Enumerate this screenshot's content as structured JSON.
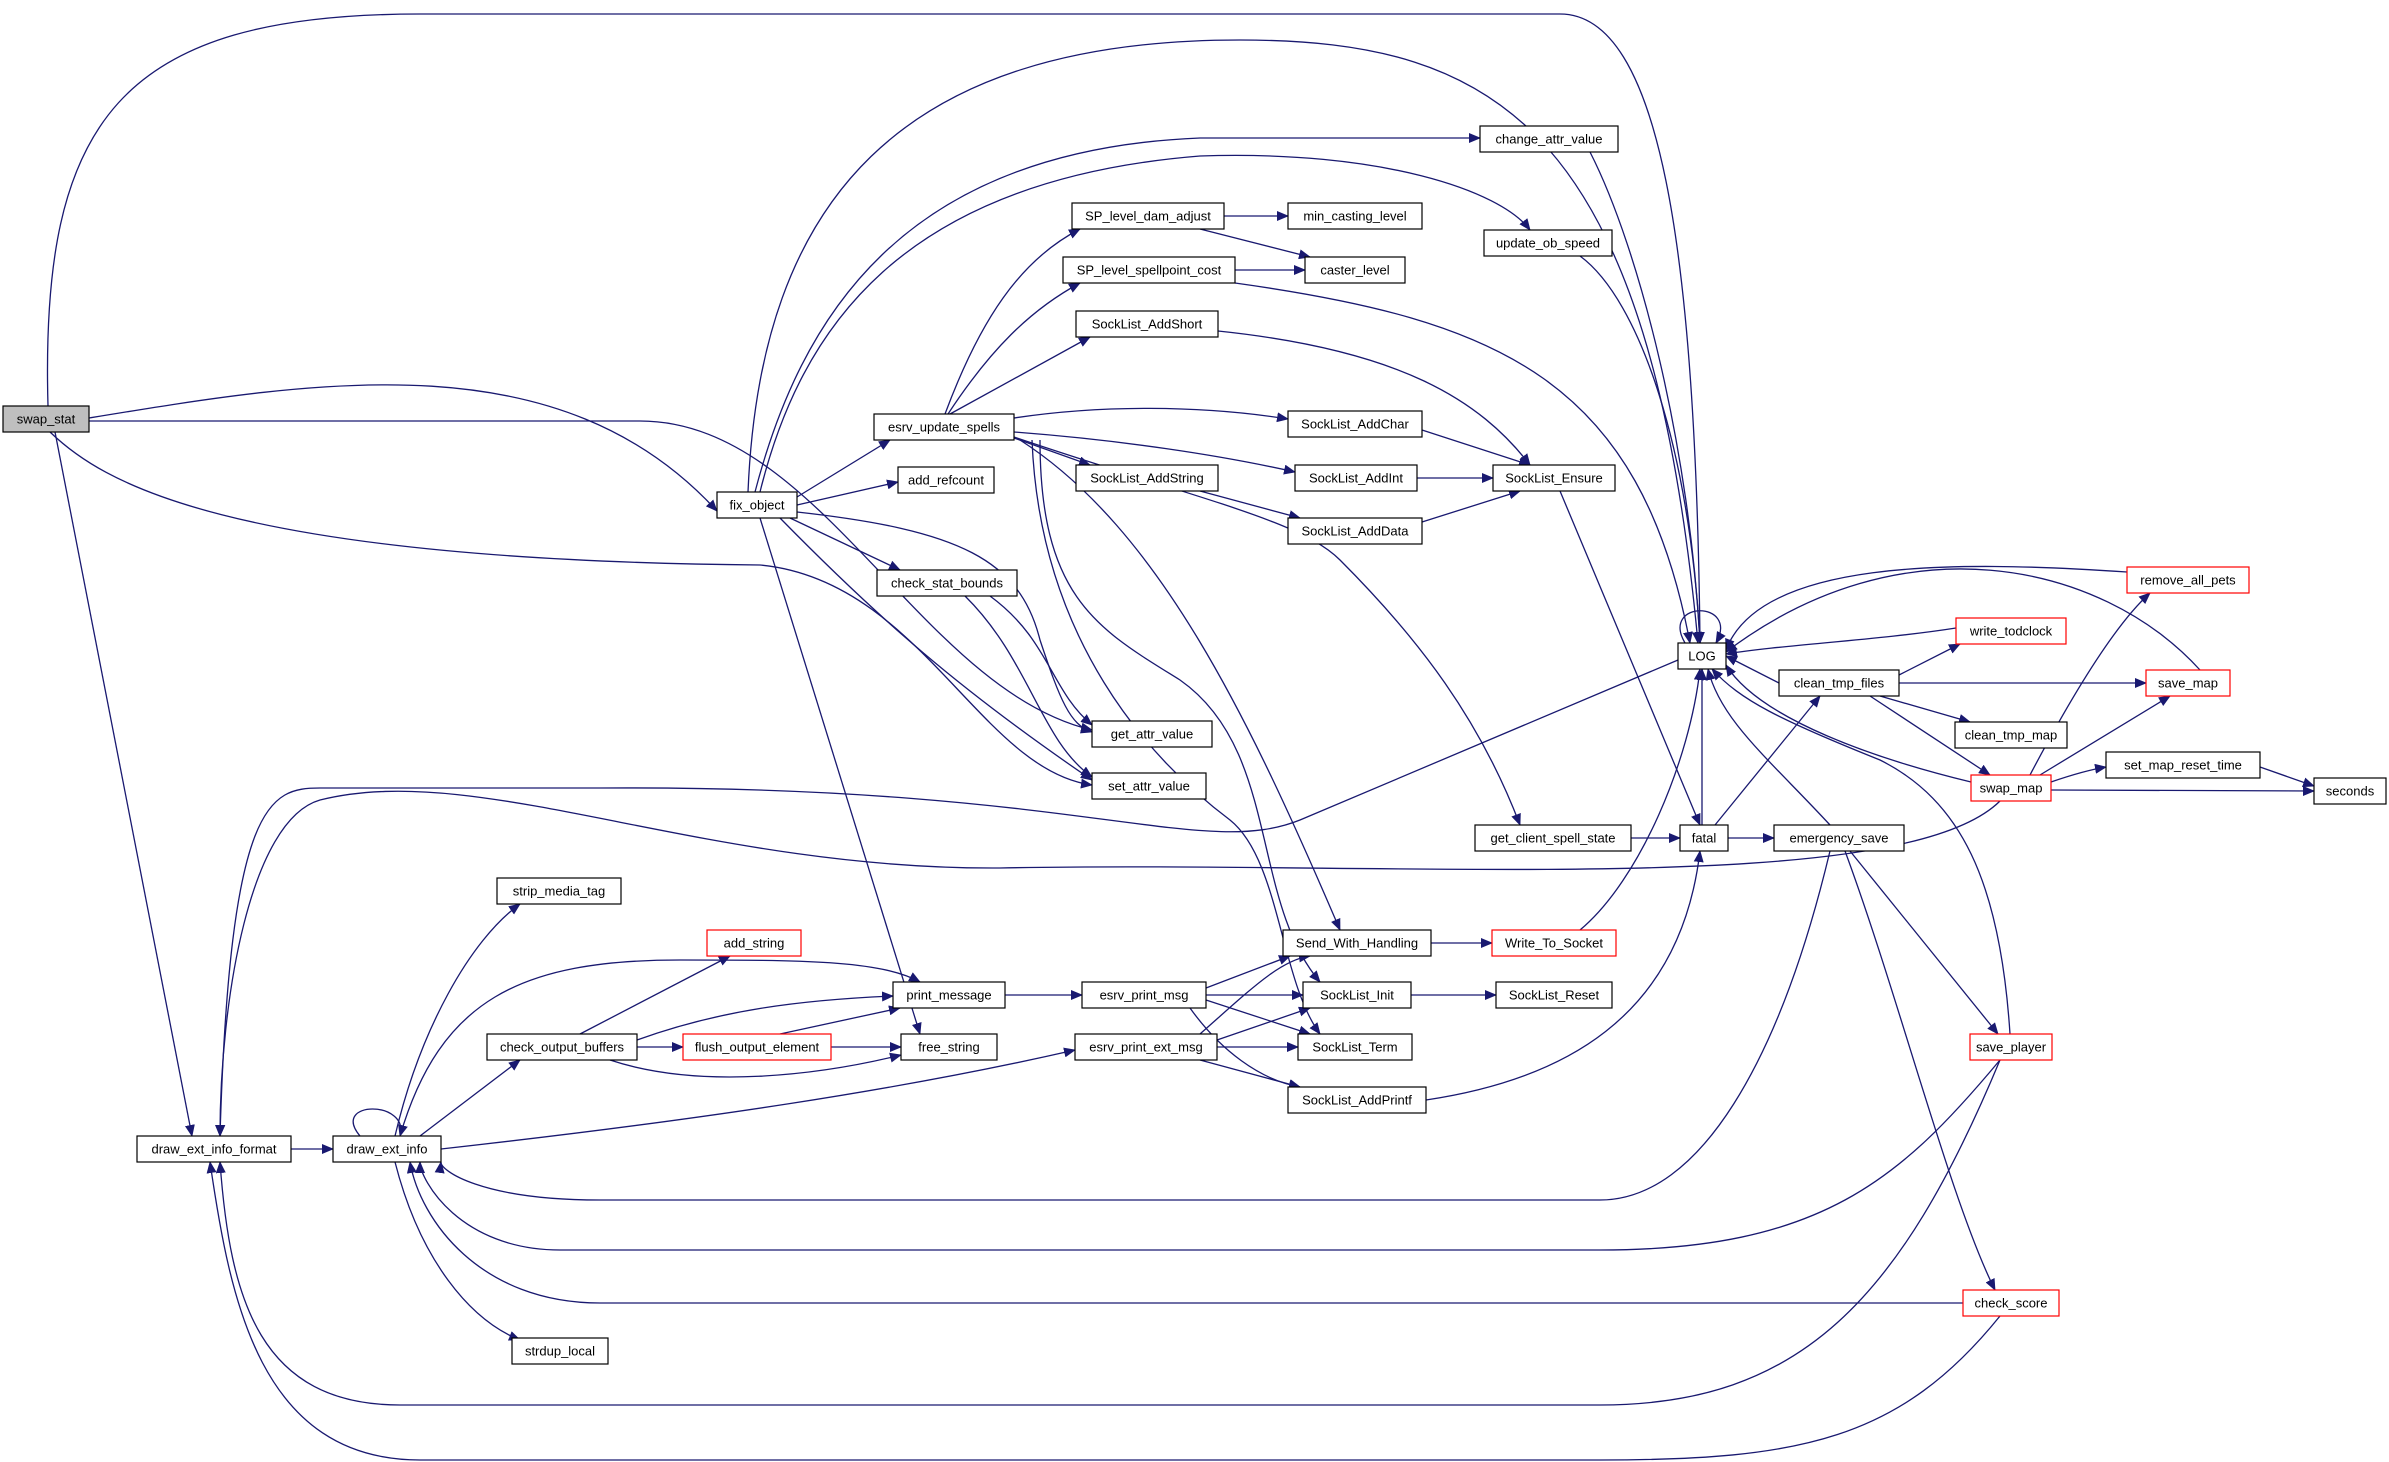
{
  "diagram": {
    "kind": "doxygen call graph",
    "edge_color": "#191970",
    "node_border_default": "#000000",
    "node_border_truncated": "#ff0000",
    "highlight_fill": "#bfbfbf",
    "nodes": [
      {
        "id": "swap_stat",
        "label": "swap_stat",
        "style": "highlight"
      },
      {
        "id": "fix_object",
        "label": "fix_object",
        "style": "normal"
      },
      {
        "id": "draw_ext_info_format",
        "label": "draw_ext_info_format",
        "style": "normal"
      },
      {
        "id": "draw_ext_info",
        "label": "draw_ext_info",
        "style": "normal"
      },
      {
        "id": "strip_media_tag",
        "label": "strip_media_tag",
        "style": "normal"
      },
      {
        "id": "strdup_local",
        "label": "strdup_local",
        "style": "normal"
      },
      {
        "id": "add_string",
        "label": "add_string",
        "style": "red"
      },
      {
        "id": "check_output_buffers",
        "label": "check_output_buffers",
        "style": "normal"
      },
      {
        "id": "flush_output_element",
        "label": "flush_output_element",
        "style": "red"
      },
      {
        "id": "print_message",
        "label": "print_message",
        "style": "normal"
      },
      {
        "id": "free_string",
        "label": "free_string",
        "style": "normal"
      },
      {
        "id": "esrv_update_spells",
        "label": "esrv_update_spells",
        "style": "normal"
      },
      {
        "id": "add_refcount",
        "label": "add_refcount",
        "style": "normal"
      },
      {
        "id": "check_stat_bounds",
        "label": "check_stat_bounds",
        "style": "normal"
      },
      {
        "id": "get_attr_value",
        "label": "get_attr_value",
        "style": "normal"
      },
      {
        "id": "set_attr_value",
        "label": "set_attr_value",
        "style": "normal"
      },
      {
        "id": "SP_level_dam_adjust",
        "label": "SP_level_dam_adjust",
        "style": "normal"
      },
      {
        "id": "SP_level_spellpoint_cost",
        "label": "SP_level_spellpoint_cost",
        "style": "normal"
      },
      {
        "id": "SockList_AddShort",
        "label": "SockList_AddShort",
        "style": "normal"
      },
      {
        "id": "SockList_AddString",
        "label": "SockList_AddString",
        "style": "normal"
      },
      {
        "id": "min_casting_level",
        "label": "min_casting_level",
        "style": "normal"
      },
      {
        "id": "caster_level",
        "label": "caster_level",
        "style": "normal"
      },
      {
        "id": "SockList_AddChar",
        "label": "SockList_AddChar",
        "style": "normal"
      },
      {
        "id": "SockList_AddInt",
        "label": "SockList_AddInt",
        "style": "normal"
      },
      {
        "id": "SockList_AddData",
        "label": "SockList_AddData",
        "style": "normal"
      },
      {
        "id": "esrv_print_msg",
        "label": "esrv_print_msg",
        "style": "normal"
      },
      {
        "id": "esrv_print_ext_msg",
        "label": "esrv_print_ext_msg",
        "style": "normal"
      },
      {
        "id": "Send_With_Handling",
        "label": "Send_With_Handling",
        "style": "normal"
      },
      {
        "id": "SockList_Init",
        "label": "SockList_Init",
        "style": "normal"
      },
      {
        "id": "SockList_Term",
        "label": "SockList_Term",
        "style": "normal"
      },
      {
        "id": "SockList_AddPrintf",
        "label": "SockList_AddPrintf",
        "style": "normal"
      },
      {
        "id": "change_attr_value",
        "label": "change_attr_value",
        "style": "normal"
      },
      {
        "id": "update_ob_speed",
        "label": "update_ob_speed",
        "style": "normal"
      },
      {
        "id": "SockList_Ensure",
        "label": "SockList_Ensure",
        "style": "normal"
      },
      {
        "id": "get_client_spell_state",
        "label": "get_client_spell_state",
        "style": "normal"
      },
      {
        "id": "Write_To_Socket",
        "label": "Write_To_Socket",
        "style": "red"
      },
      {
        "id": "SockList_Reset",
        "label": "SockList_Reset",
        "style": "normal"
      },
      {
        "id": "LOG",
        "label": "LOG",
        "style": "normal"
      },
      {
        "id": "fatal",
        "label": "fatal",
        "style": "normal"
      },
      {
        "id": "clean_tmp_files",
        "label": "clean_tmp_files",
        "style": "normal"
      },
      {
        "id": "emergency_save",
        "label": "emergency_save",
        "style": "normal"
      },
      {
        "id": "remove_all_pets",
        "label": "remove_all_pets",
        "style": "red"
      },
      {
        "id": "write_todclock",
        "label": "write_todclock",
        "style": "red"
      },
      {
        "id": "save_map",
        "label": "save_map",
        "style": "red"
      },
      {
        "id": "clean_tmp_map",
        "label": "clean_tmp_map",
        "style": "normal"
      },
      {
        "id": "swap_map",
        "label": "swap_map",
        "style": "red"
      },
      {
        "id": "set_map_reset_time",
        "label": "set_map_reset_time",
        "style": "normal"
      },
      {
        "id": "seconds",
        "label": "seconds",
        "style": "normal"
      },
      {
        "id": "save_player",
        "label": "save_player",
        "style": "red"
      },
      {
        "id": "check_score",
        "label": "check_score",
        "style": "red"
      }
    ],
    "edges": [
      [
        "swap_stat",
        "LOG"
      ],
      [
        "swap_stat",
        "fix_object"
      ],
      [
        "swap_stat",
        "get_attr_value"
      ],
      [
        "swap_stat",
        "set_attr_value"
      ],
      [
        "swap_stat",
        "draw_ext_info_format"
      ],
      [
        "fix_object",
        "LOG"
      ],
      [
        "fix_object",
        "change_attr_value"
      ],
      [
        "fix_object",
        "update_ob_speed"
      ],
      [
        "fix_object",
        "esrv_update_spells"
      ],
      [
        "fix_object",
        "add_refcount"
      ],
      [
        "fix_object",
        "check_stat_bounds"
      ],
      [
        "fix_object",
        "get_attr_value"
      ],
      [
        "fix_object",
        "set_attr_value"
      ],
      [
        "fix_object",
        "free_string"
      ],
      [
        "esrv_update_spells",
        "SP_level_dam_adjust"
      ],
      [
        "esrv_update_spells",
        "SP_level_spellpoint_cost"
      ],
      [
        "esrv_update_spells",
        "SockList_AddShort"
      ],
      [
        "esrv_update_spells",
        "SockList_AddChar"
      ],
      [
        "esrv_update_spells",
        "SockList_AddString"
      ],
      [
        "esrv_update_spells",
        "SockList_AddInt"
      ],
      [
        "esrv_update_spells",
        "get_client_spell_state"
      ],
      [
        "esrv_update_spells",
        "Send_With_Handling"
      ],
      [
        "esrv_update_spells",
        "SockList_Init"
      ],
      [
        "esrv_update_spells",
        "SockList_Term"
      ],
      [
        "SP_level_dam_adjust",
        "min_casting_level"
      ],
      [
        "SP_level_dam_adjust",
        "caster_level"
      ],
      [
        "SP_level_spellpoint_cost",
        "caster_level"
      ],
      [
        "SP_level_spellpoint_cost",
        "LOG"
      ],
      [
        "SockList_AddShort",
        "SockList_Ensure"
      ],
      [
        "SockList_AddChar",
        "SockList_Ensure"
      ],
      [
        "SockList_AddInt",
        "SockList_Ensure"
      ],
      [
        "SockList_AddString",
        "SockList_AddData"
      ],
      [
        "SockList_AddData",
        "SockList_Ensure"
      ],
      [
        "SockList_Ensure",
        "fatal"
      ],
      [
        "check_stat_bounds",
        "get_attr_value"
      ],
      [
        "check_stat_bounds",
        "set_attr_value"
      ],
      [
        "change_attr_value",
        "LOG"
      ],
      [
        "update_ob_speed",
        "LOG"
      ],
      [
        "get_client_spell_state",
        "fatal"
      ],
      [
        "fatal",
        "LOG"
      ],
      [
        "fatal",
        "clean_tmp_files"
      ],
      [
        "fatal",
        "emergency_save"
      ],
      [
        "LOG",
        "LOG"
      ],
      [
        "LOG",
        "draw_ext_info_format"
      ],
      [
        "clean_tmp_files",
        "LOG"
      ],
      [
        "clean_tmp_files",
        "write_todclock"
      ],
      [
        "clean_tmp_files",
        "save_map"
      ],
      [
        "clean_tmp_files",
        "clean_tmp_map"
      ],
      [
        "clean_tmp_files",
        "swap_map"
      ],
      [
        "remove_all_pets",
        "LOG"
      ],
      [
        "write_todclock",
        "LOG"
      ],
      [
        "save_map",
        "LOG"
      ],
      [
        "swap_map",
        "LOG"
      ],
      [
        "swap_map",
        "remove_all_pets"
      ],
      [
        "swap_map",
        "save_map"
      ],
      [
        "swap_map",
        "set_map_reset_time"
      ],
      [
        "swap_map",
        "seconds"
      ],
      [
        "swap_map",
        "draw_ext_info"
      ],
      [
        "set_map_reset_time",
        "seconds"
      ],
      [
        "emergency_save",
        "LOG"
      ],
      [
        "emergency_save",
        "save_player"
      ],
      [
        "emergency_save",
        "check_score"
      ],
      [
        "emergency_save",
        "draw_ext_info"
      ],
      [
        "save_player",
        "LOG"
      ],
      [
        "save_player",
        "draw_ext_info"
      ],
      [
        "save_player",
        "draw_ext_info_format"
      ],
      [
        "check_score",
        "draw_ext_info"
      ],
      [
        "check_score",
        "draw_ext_info_format"
      ],
      [
        "draw_ext_info_format",
        "draw_ext_info"
      ],
      [
        "draw_ext_info",
        "draw_ext_info"
      ],
      [
        "draw_ext_info",
        "strip_media_tag"
      ],
      [
        "draw_ext_info",
        "print_message"
      ],
      [
        "draw_ext_info",
        "check_output_buffers"
      ],
      [
        "draw_ext_info",
        "esrv_print_ext_msg"
      ],
      [
        "draw_ext_info",
        "strdup_local"
      ],
      [
        "check_output_buffers",
        "add_string"
      ],
      [
        "check_output_buffers",
        "print_message"
      ],
      [
        "check_output_buffers",
        "flush_output_element"
      ],
      [
        "check_output_buffers",
        "free_string"
      ],
      [
        "flush_output_element",
        "print_message"
      ],
      [
        "flush_output_element",
        "free_string"
      ],
      [
        "print_message",
        "esrv_print_msg"
      ],
      [
        "esrv_print_msg",
        "Send_With_Handling"
      ],
      [
        "esrv_print_msg",
        "SockList_Init"
      ],
      [
        "esrv_print_msg",
        "SockList_Term"
      ],
      [
        "esrv_print_msg",
        "SockList_AddPrintf"
      ],
      [
        "esrv_print_ext_msg",
        "Send_With_Handling"
      ],
      [
        "esrv_print_ext_msg",
        "SockList_Init"
      ],
      [
        "esrv_print_ext_msg",
        "SockList_Term"
      ],
      [
        "esrv_print_ext_msg",
        "SockList_AddPrintf"
      ],
      [
        "Send_With_Handling",
        "Write_To_Socket"
      ],
      [
        "Write_To_Socket",
        "LOG"
      ],
      [
        "SockList_Init",
        "SockList_Reset"
      ],
      [
        "SockList_AddPrintf",
        "fatal"
      ]
    ]
  }
}
